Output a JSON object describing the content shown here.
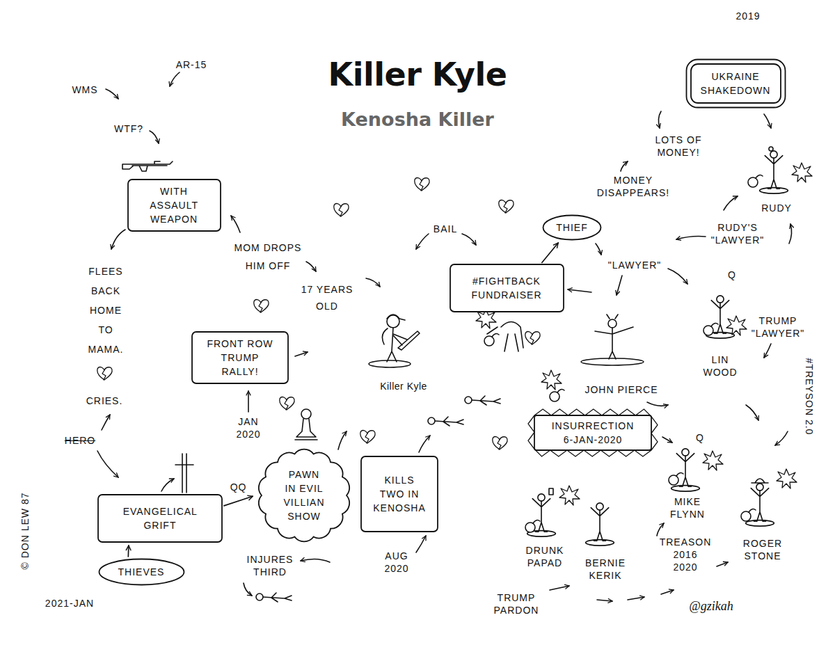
{
  "diagram": {
    "title": "Killer Kyle",
    "nodes": [
      {
        "text": [
          "UKRAINE SHAKEDOWN"
        ]
      },
      {
        "text": [
          "WITH ASSAULT WEAPON"
        ]
      },
      {
        "text": [
          "THIEF"
        ]
      },
      {
        "text": [
          "#FIGHTBACK FUNDRAISER"
        ]
      },
      {
        "text": [
          "FRONT ROW TRUMP RALLY!"
        ]
      },
      {
        "text": [
          "INSURRECTION 6-JAN-2020"
        ]
      },
      {
        "text": [
          "PAWN IN EVIL VILLIAN SHOW"
        ]
      },
      {
        "text": [
          "KILLS TWO IN KENOSHA"
        ]
      },
      {
        "text": [
          "EVANGELICAL GRIFT"
        ]
      },
      {
        "text": [
          "THIEVES"
        ]
      }
    ],
    "edges": [
      {
        "from": 9,
        "to": 8,
        "arrow": "to"
      },
      {
        "from": 8,
        "to": 6,
        "label": "QQ",
        "arrow": "to"
      },
      {
        "from": 3,
        "to": 2,
        "arrow": "to"
      }
    ],
    "labels": [
      "2019",
      "AR-15",
      "WMS",
      "WTF?",
      "Kenosha Killer",
      "LOTS OF MONEY!",
      "MONEY DISAPPEARS!",
      "RUDY",
      "BAIL",
      "RUDY'S \"LAWYER\"",
      "MOM DROPS HIM OFF",
      "FLEES BACK HOME TO MAMA.",
      "\"LAWYER\"",
      "Q",
      "17 YEARS OLD",
      "TRUMP \"LAWYER\"",
      "LIN WOOD",
      "Killer Kyle",
      "JOHN PIERCE",
      "CRIES.",
      "#TREYSON 2.0",
      "JAN 2020",
      "HERO",
      "Q",
      "MIKE FLYNN",
      "© DON LEW 87",
      "TREASON 2016 2020",
      "ROGER STONE",
      "DRUNK PAPAD",
      "AUG 2020",
      "INJURES THIRD",
      "BERNIE KERIK",
      "TRUMP PARDON",
      "2021-JAN",
      "@gzikah"
    ]
  }
}
